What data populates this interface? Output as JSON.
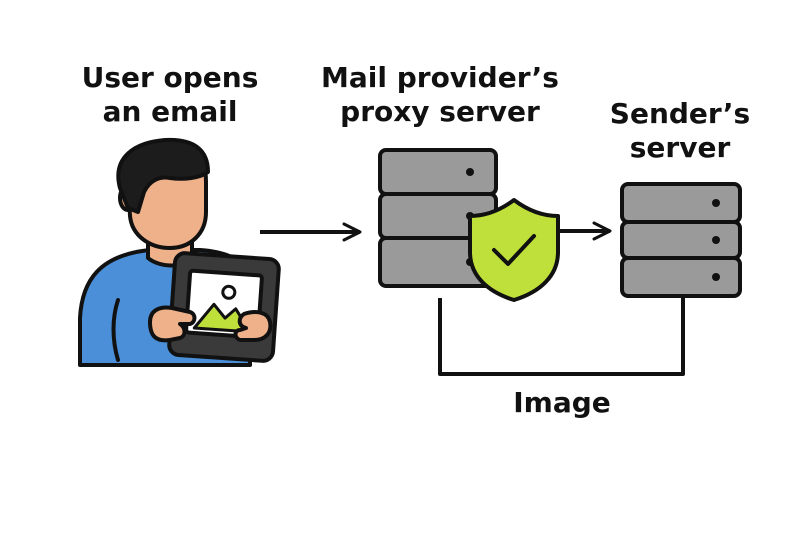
{
  "user": {
    "line1": "User opens",
    "line2": "an email"
  },
  "proxy": {
    "line1": "Mail provider’s",
    "line2": "proxy server"
  },
  "sender": {
    "line1": "Sender’s",
    "line2": "server"
  },
  "image_label": "Image",
  "icons": {
    "user": "person-with-tablet-icon",
    "proxy": "server-rack-icon",
    "shield": "shield-check-icon",
    "sender": "server-rack-icon",
    "picture": "image-icon"
  },
  "colors": {
    "shirt": "#4a8fd8",
    "skin": "#efb18a",
    "hair": "#1c1c1c",
    "tablet": "#3a3a3a",
    "server": "#9a9a9a",
    "shield": "#bfdf3a",
    "outline": "#111111"
  }
}
